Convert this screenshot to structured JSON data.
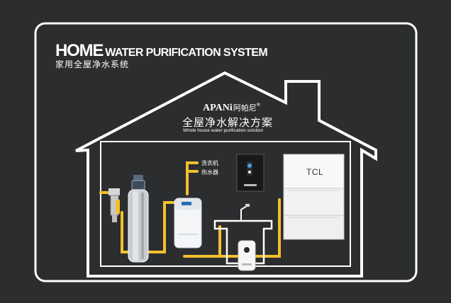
{
  "header": {
    "title_big": "HOME",
    "title_rest": "WATER PURIFICATION SYSTEM",
    "subtitle_cn": "家用全屋净水系统"
  },
  "brand": {
    "name_en": "APANi",
    "name_cn": "阿帕尼",
    "reg": "®"
  },
  "solution": {
    "title_cn": "全屋净水解决方案",
    "title_en": "Whole house water purification solution"
  },
  "labels": {
    "washing_machine": "洗衣机",
    "water_heater": "热水器",
    "fridge_brand": "TCL"
  },
  "colors": {
    "background": "#2b2d2f",
    "outline": "#ffffff",
    "pipe": "#f2c02d"
  }
}
